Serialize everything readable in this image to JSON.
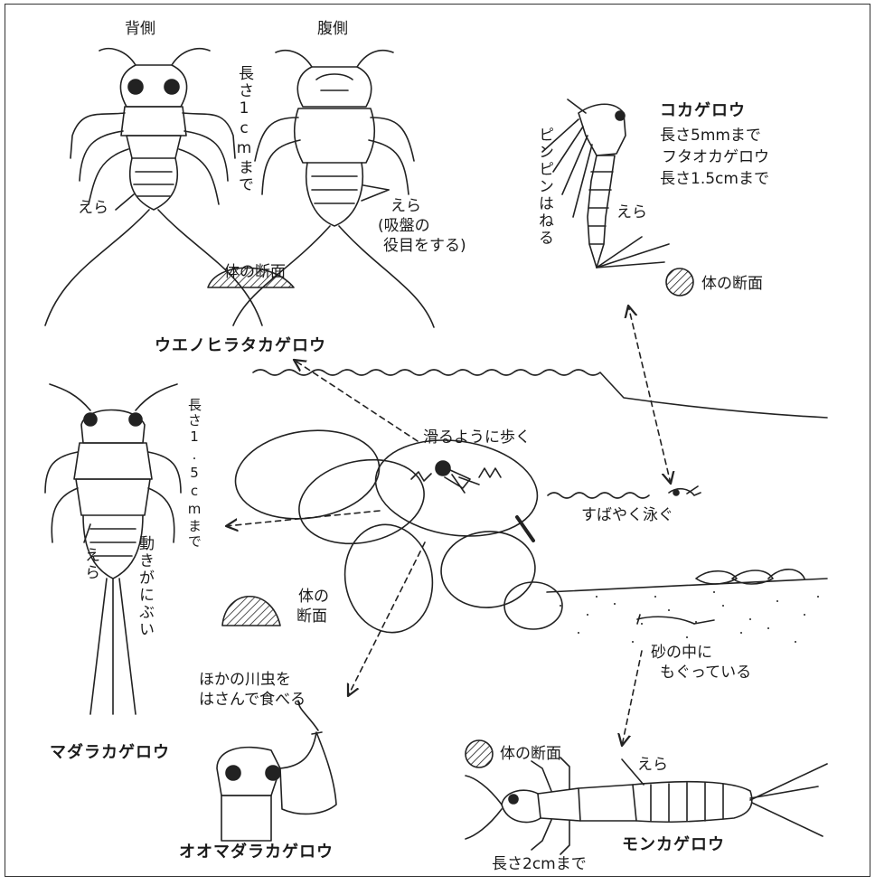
{
  "labels": {
    "dorsal": "背側",
    "ventral": "腹側",
    "len_1cm": "長さ1cmまで",
    "gill": "えら",
    "gill_sucker_1": "(吸盤の",
    "gill_sucker_2": "役目をする)",
    "section": "体の断面",
    "ueno": "ウエノヒラタカゲロウ",
    "pinpin": "ピンピンはねる",
    "koka_title": "コカゲロウ",
    "koka_len": "長さ5mmまで",
    "futao": "フタオカゲロウ",
    "futao_len": "長さ1.5cmまで",
    "madara_len": "長さ1.5cmまで",
    "madara_gill": "えら",
    "madara_slow": "動きがにぶい",
    "madara": "マダラカゲロウ",
    "glide": "滑るように歩く",
    "swim": "すばやく泳ぐ",
    "section_l1": "体の",
    "section_l2": "断面",
    "prey_1": "ほかの川虫を",
    "prey_2": "はさんで食べる",
    "oomadara": "オオマダラカゲロウ",
    "sand_1": "砂の中に",
    "sand_2": "もぐっている",
    "mon_section": "体の断面",
    "mon_gill": "えら",
    "mon": "モンカゲロウ",
    "mon_len": "長さ2cmまで"
  }
}
